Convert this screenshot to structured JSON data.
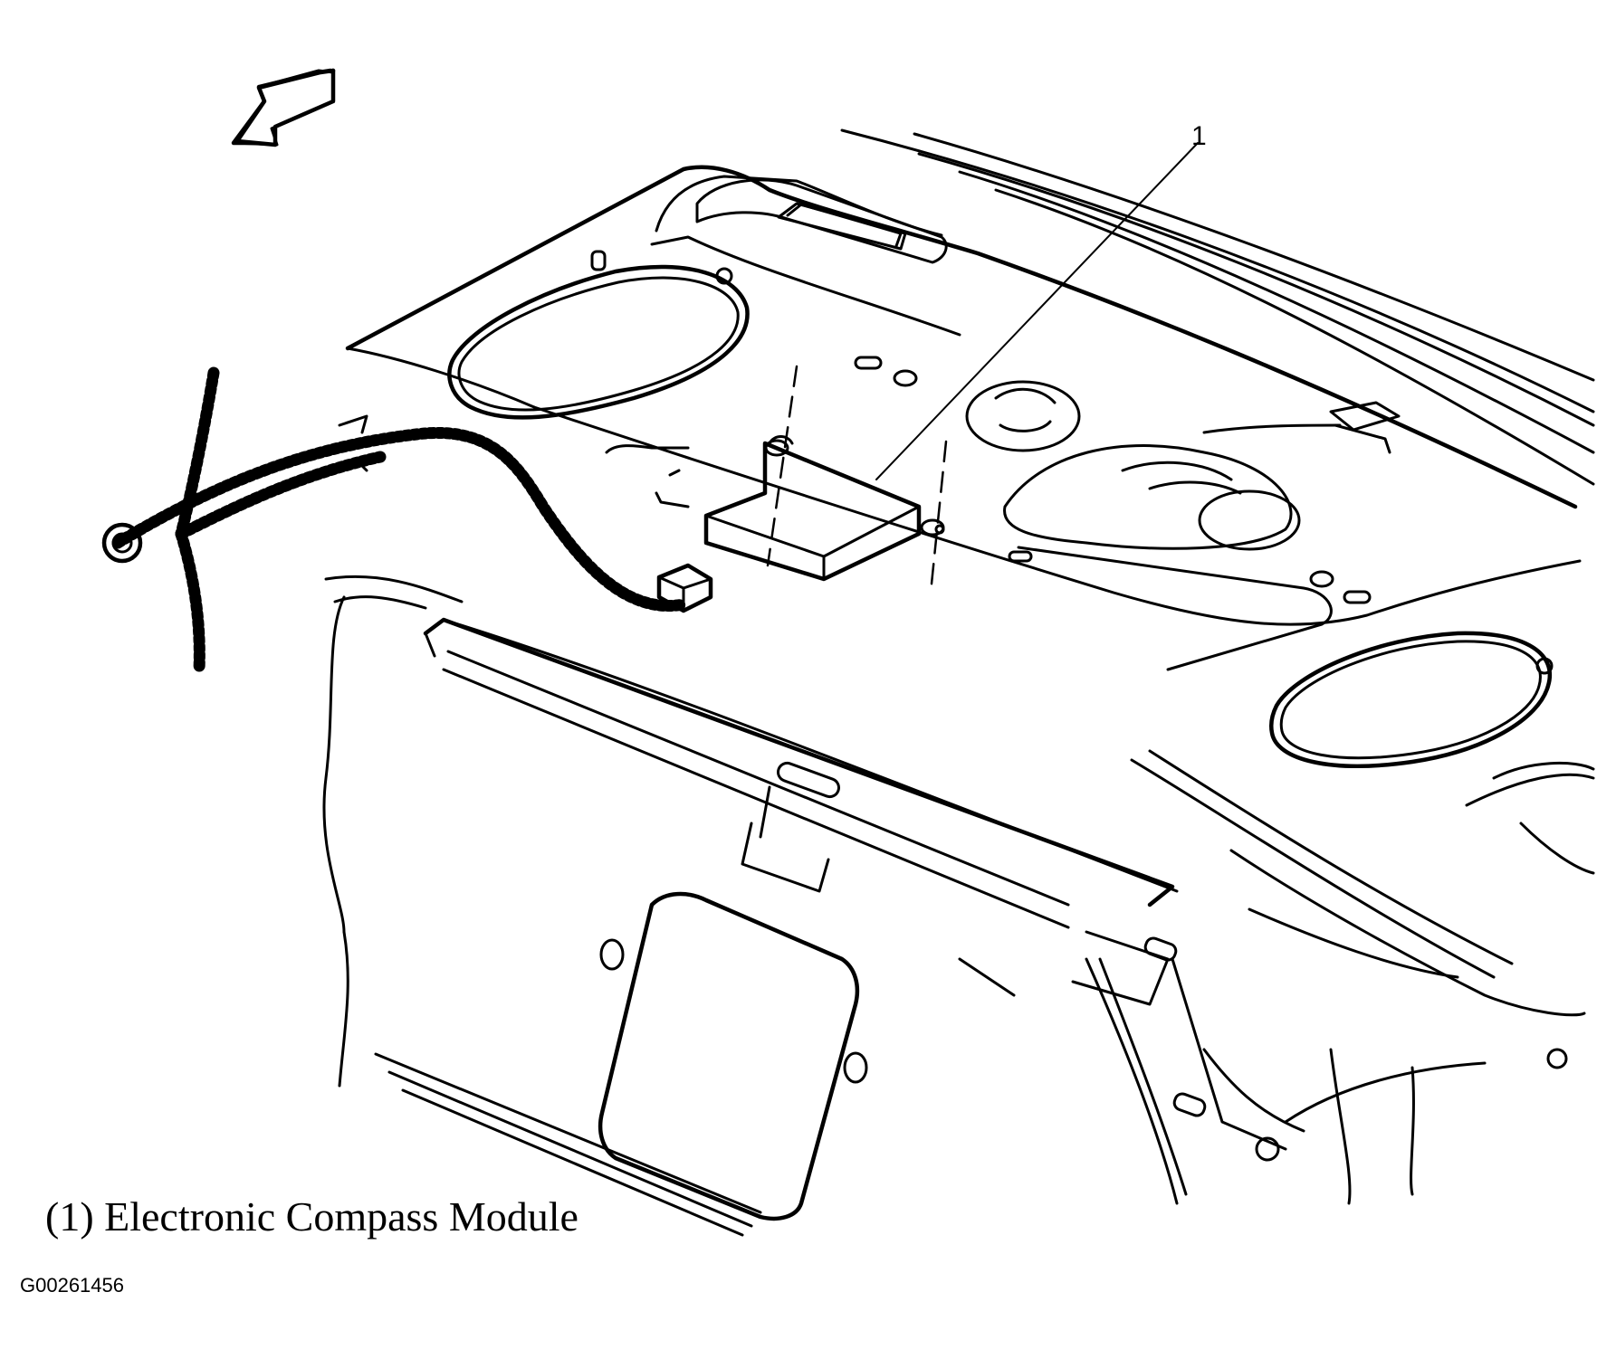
{
  "diagram": {
    "callout_number": "1",
    "caption": "(1) Electronic Compass Module",
    "figure_id": "G00261456"
  }
}
